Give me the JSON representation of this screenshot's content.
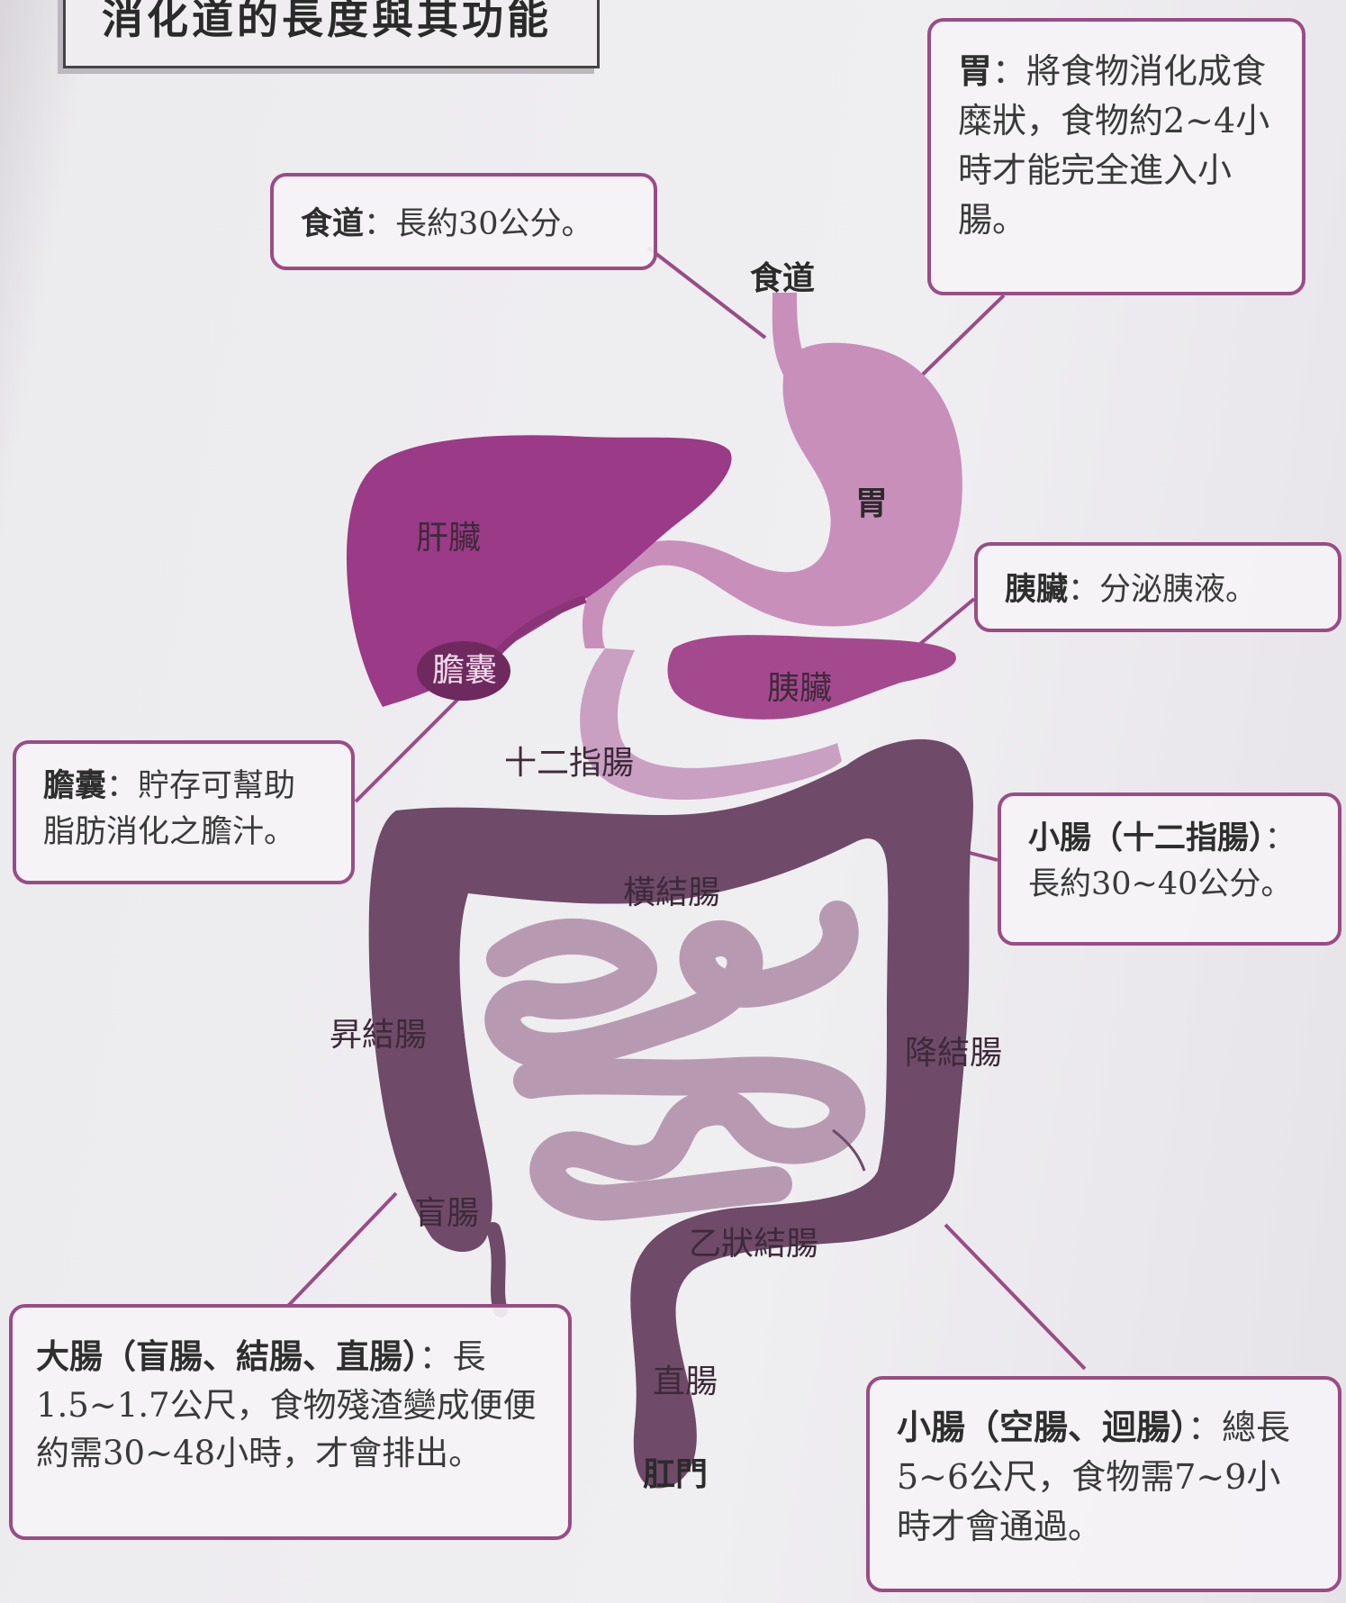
{
  "title": "消化道的長度與其功能",
  "colors": {
    "liver": "#9b3a86",
    "stomach": "#c98fbb",
    "pancreas": "#a5498e",
    "small_intestine": "#b79ab1",
    "large_intestine": "#6f4a69",
    "callout_border": "#9a4c86"
  },
  "labels": {
    "esophagus": "食道",
    "stomach": "胃",
    "liver": "肝臟",
    "gallbladder": "膽囊",
    "pancreas": "胰臟",
    "duodenum": "十二指腸",
    "transverse_colon": "橫結腸",
    "ascending_colon": "昇結腸",
    "descending_colon": "降結腸",
    "cecum": "盲腸",
    "sigmoid_colon": "乙狀結腸",
    "rectum": "直腸",
    "anus": "肛門"
  },
  "callouts": {
    "esophagus": {
      "term": "食道",
      "text": "：長約30公分。"
    },
    "stomach": {
      "term": "胃",
      "text": "：將食物消化成食糜狀，食物約2~4小時才能完全進入小腸。"
    },
    "pancreas": {
      "term": "胰臟",
      "text": "：分泌胰液。"
    },
    "gallbladder": {
      "term": "膽囊",
      "text": "：貯存可幫助脂肪消化之膽汁。"
    },
    "duodenum": {
      "term": "小腸（十二指腸）",
      "text": "：長約30~40公分。"
    },
    "large_intestine": {
      "term": "大腸（盲腸、結腸、直腸）",
      "text": "：長1.5~1.7公尺，食物殘渣變成便便約需30~48小時，才會排出。"
    },
    "small_intestine": {
      "term": "小腸（空腸、迴腸）",
      "text": "：總長5~6公尺，食物需7~9小時才會通過。"
    }
  }
}
